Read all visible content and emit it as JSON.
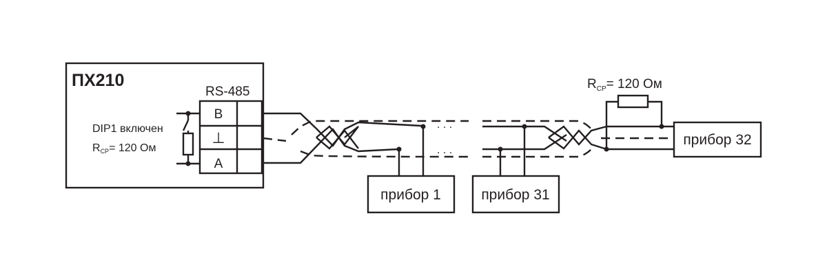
{
  "controller": {
    "name": "ПХ210",
    "interface_label": "RS-485",
    "terminals": [
      "B",
      "⊥",
      "A"
    ],
    "dip_label": "DIP1 включен",
    "resistor": {
      "symbol": "R",
      "subscript": "СР",
      "value": "= 120 Ом"
    }
  },
  "devices": [
    {
      "label": "прибор 1"
    },
    {
      "label": "прибор 31"
    },
    {
      "label": "прибор 32"
    }
  ],
  "end_resistor": {
    "symbol": "R",
    "subscript": "СР",
    "value": "= 120 Ом"
  },
  "gap_marker": ". . ."
}
